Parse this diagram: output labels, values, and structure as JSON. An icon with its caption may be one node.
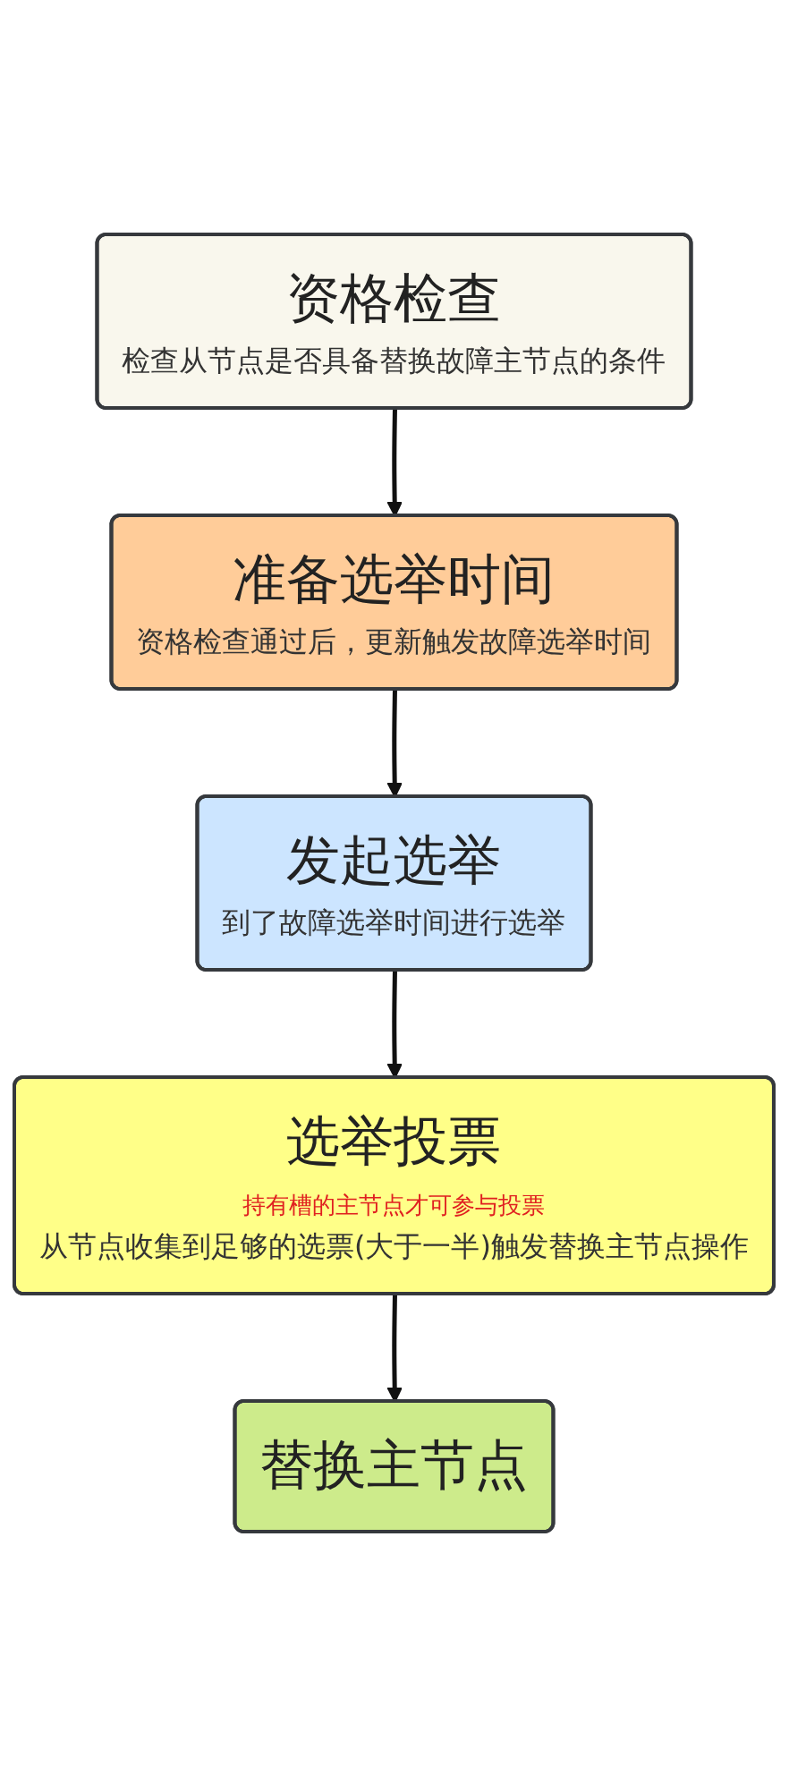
{
  "diagram": {
    "nodes": [
      {
        "text": [
          "资格检查",
          "检查从节点是否具备替换故障主节点的条件"
        ]
      },
      {
        "text": [
          "准备选举时间",
          "资格检查通过后，更新触发故障选举时间"
        ]
      },
      {
        "text": [
          "发起选举",
          "到了故障选举时间进行选举"
        ]
      },
      {
        "text": [
          "选举投票",
          "持有槽的主节点才可参与投票",
          "从节点收集到足够的选票(大于一半)触发替换主节点操作"
        ]
      },
      {
        "text": [
          "替换主节点"
        ]
      }
    ],
    "edges": [
      {
        "from": 0,
        "to": 1,
        "arrow": "to"
      },
      {
        "from": 1,
        "to": 2,
        "arrow": "to"
      },
      {
        "from": 2,
        "to": 3,
        "arrow": "to"
      },
      {
        "from": 3,
        "to": 4,
        "arrow": "to"
      }
    ]
  }
}
